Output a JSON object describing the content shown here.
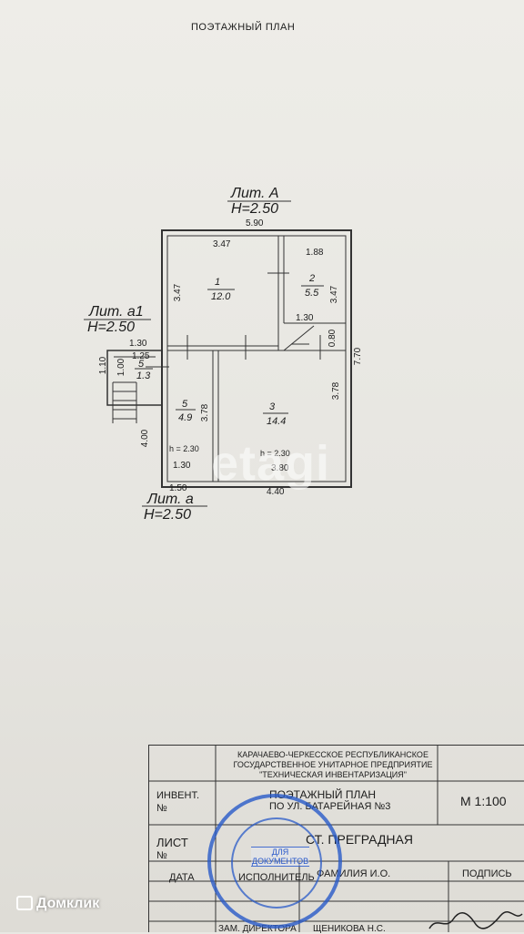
{
  "title": "ПОЭТАЖНЫЙ ПЛАН",
  "watermark": "etagi",
  "brand": "Домклик",
  "plan": {
    "lit_a": "Лит. А",
    "lit_a_height": "Н=2.50",
    "lit_a1": "Лит. а1",
    "lit_a1_height": "Н=2.50",
    "lit_a_small": "Лит. а",
    "lit_a_small_height": "Н=2.50",
    "dims": {
      "top_total": "5.90",
      "room1_width": "3.47",
      "room2_width": "1.88",
      "room1_height": "3.47",
      "room2_height": "3.47",
      "room2_lower": "1.30",
      "room2_side": "0.80",
      "right_total": "7.70",
      "annex_width": "1.30",
      "annex_inner": "1.25",
      "annex_outer": "1.10",
      "annex_side": "1.00",
      "room5_height": "3.78",
      "room3_height": "3.78",
      "left_lower": "4.00",
      "room5_width": "1.30",
      "room3_width": "3.80",
      "bottom_left": "1.50",
      "bottom_total": "4.40",
      "room5_h": "h = 2.30",
      "room3_h": "h = 2.30"
    },
    "rooms": [
      {
        "num": "1",
        "area": "12.0"
      },
      {
        "num": "2",
        "area": "5.5"
      },
      {
        "num": "3",
        "area": "14.4"
      },
      {
        "num": "5",
        "area": "4.9"
      },
      {
        "num": "5",
        "area": "1.3"
      }
    ]
  },
  "title_block": {
    "organization": "КАРАЧАЕВО-ЧЕРКЕССКОЕ РЕСПУБЛИКАНСКОЕ ГОСУДАРСТВЕННОЕ УНИТАРНОЕ ПРЕДПРИЯТИЕ \"ТЕХНИЧЕСКАЯ ИНВЕНТАРИЗАЦИЯ\"",
    "invent_label": "ИНВЕНТ.",
    "invent_no": "№",
    "doc_title": "ПОЭТАЖНЫЙ ПЛАН",
    "address": "ПО УЛ. БАТАРЕЙНАЯ №3",
    "scale": "М 1:100",
    "sheet_label": "ЛИСТ",
    "sheet_no": "№",
    "locality": "СТ. ПРЕГРАДНАЯ",
    "date_label": "ДАТА",
    "performer_label": "ИСПОЛНИТЕЛЬ",
    "surname_label": "ФАМИЛИЯ И.О.",
    "signature_label": "ПОДПИСЬ",
    "date_value": "",
    "deputy": "ЗАМ. ДИРЕКТОРА",
    "director": "ЩЕНИКОВА Н.С."
  },
  "seal": {
    "label": "ДЛЯ ДОКУМЕНТОВ"
  }
}
